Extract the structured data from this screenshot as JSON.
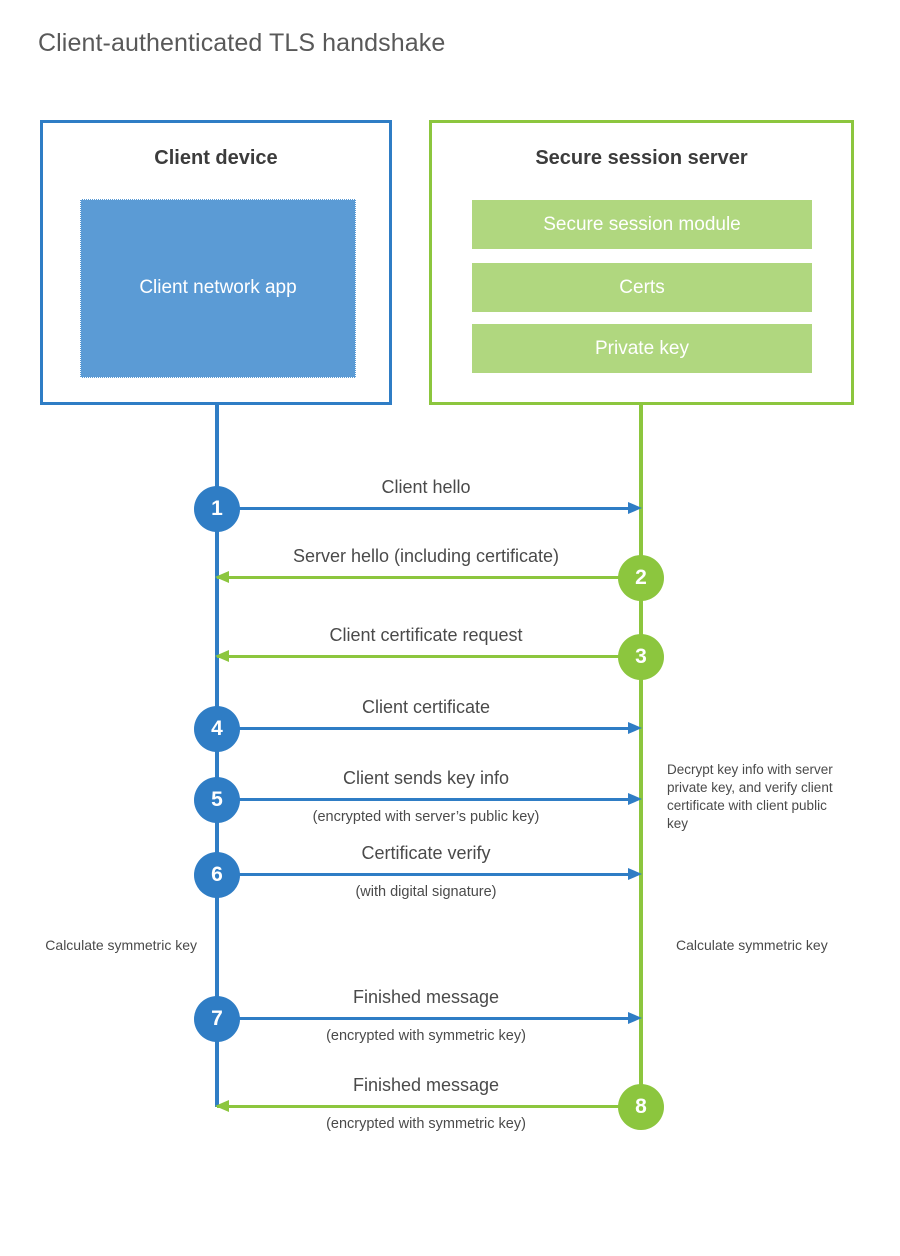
{
  "title": "Client-authenticated TLS handshake",
  "colors": {
    "client_blue": "#2f7dc5",
    "client_app_fill": "#5b9bd5",
    "server_green": "#8cc63e",
    "server_bar_fill": "#b0d77f",
    "text": "#4a4a4a",
    "title_text": "#595959"
  },
  "client": {
    "box_title": "Client device",
    "app_label": "Client network app"
  },
  "server": {
    "box_title": "Secure session server",
    "components": [
      {
        "label": "Secure session module"
      },
      {
        "label": "Certs"
      },
      {
        "label": "Private key"
      }
    ]
  },
  "messages": [
    {
      "step": "1",
      "label": "Client hello",
      "sublabel": "",
      "direction": "client-to-server",
      "badge_side": "client"
    },
    {
      "step": "2",
      "label": "Server hello (including certificate)",
      "sublabel": "",
      "direction": "server-to-client",
      "badge_side": "server"
    },
    {
      "step": "3",
      "label": "Client certificate request",
      "sublabel": "",
      "direction": "server-to-client",
      "badge_side": "server"
    },
    {
      "step": "4",
      "label": "Client certificate",
      "sublabel": "",
      "direction": "client-to-server",
      "badge_side": "client"
    },
    {
      "step": "5",
      "label": "Client sends key info",
      "sublabel": "(encrypted with server’s public key)",
      "direction": "client-to-server",
      "badge_side": "client"
    },
    {
      "step": "6",
      "label": "Certificate verify",
      "sublabel": "(with digital signature)",
      "direction": "client-to-server",
      "badge_side": "client"
    },
    {
      "step": "7",
      "label": "Finished message",
      "sublabel": "(encrypted with symmetric key)",
      "direction": "client-to-server",
      "badge_side": "client"
    },
    {
      "step": "8",
      "label": "Finished message",
      "sublabel": "(encrypted with symmetric key)",
      "direction": "server-to-client",
      "badge_side": "server"
    }
  ],
  "annotations": {
    "server_decrypt_note": "Decrypt key info with server private key, and verify client certificate with client public key",
    "client_symmetric_note": "Calculate symmetric key",
    "server_symmetric_note": "Calculate symmetric key"
  }
}
